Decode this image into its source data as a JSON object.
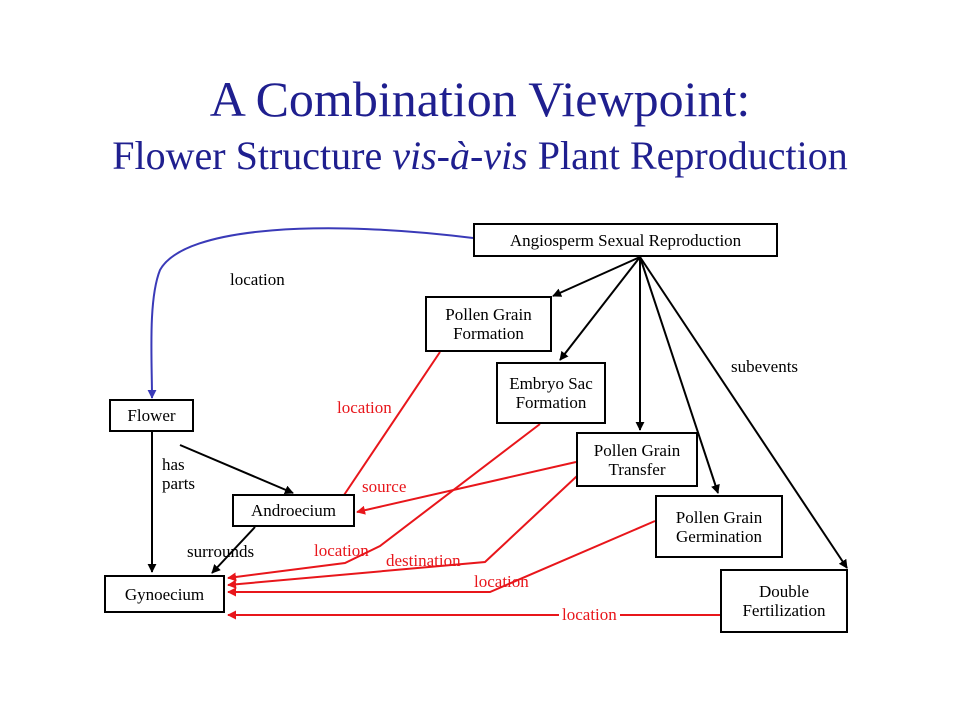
{
  "title": {
    "main": "A Combination Viewpoint:",
    "sub_part1": "Flower Structure ",
    "sub_italic": "vis-à-vis",
    "sub_part2": " Plant Reproduction"
  },
  "nodes": {
    "angiosperm": "Angiosperm Sexual Reproduction",
    "pollen_formation": "Pollen Grain\nFormation",
    "embryo_sac": "Embryo Sac\nFormation",
    "pollen_transfer": "Pollen Grain\nTransfer",
    "pollen_germination": "Pollen Grain\nGermination",
    "double_fertilization": "Double\nFertilization",
    "flower": "Flower",
    "androecium": "Androecium",
    "gynoecium": "Gynoecium"
  },
  "edge_labels": {
    "flower_location": "location",
    "subevents": "subevents",
    "has_parts": "has\nparts",
    "surrounds": "surrounds",
    "pollen_formation_location": "location",
    "source": "source",
    "embryo_location": "location",
    "destination": "destination",
    "germination_location": "location",
    "fertilization_location": "location"
  },
  "colors": {
    "title": "#1f1f8f",
    "structural_edge": "#000000",
    "location_edge": "#e8161b",
    "flower_location_edge": "#3a3ab8"
  }
}
